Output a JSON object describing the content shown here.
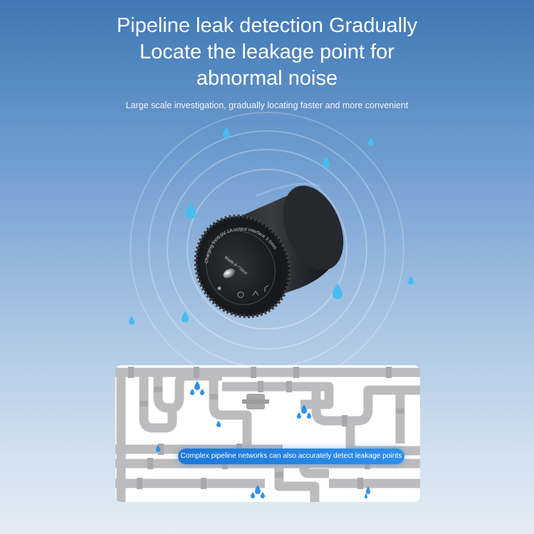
{
  "headline": {
    "line1": "Pipeline leak detection Gradually",
    "line2": "Locate the leakage point for",
    "line3": "abnormal noise"
  },
  "subline": "Large scale investigation, gradually locating faster and more convenient",
  "device": {
    "ring_text": "Charging 5V/0.5V 1A output interface 3.5mm",
    "made_in": "Made in China"
  },
  "pipe_panel": {
    "caption": "Complex pipeline networks can also accurately detect leakage points"
  },
  "colors": {
    "accent": "#2f8fec",
    "droplet": "#3fb6ee",
    "pipe": "#b9b9bb"
  },
  "icons": [
    "water-droplet-icon",
    "leak-spray-icon",
    "recycle-icon",
    "ce-mark-icon",
    "fc-mark-icon"
  ]
}
